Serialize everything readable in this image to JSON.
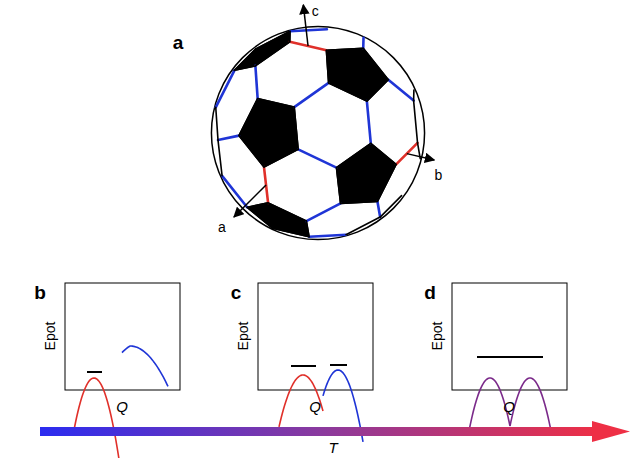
{
  "diagram": {
    "labels": [
      "a",
      "c",
      "b",
      "a",
      "b",
      "c",
      "d",
      "Epot",
      "Q",
      "Epot",
      "Q",
      "Epot",
      "Q",
      "T"
    ]
  }
}
